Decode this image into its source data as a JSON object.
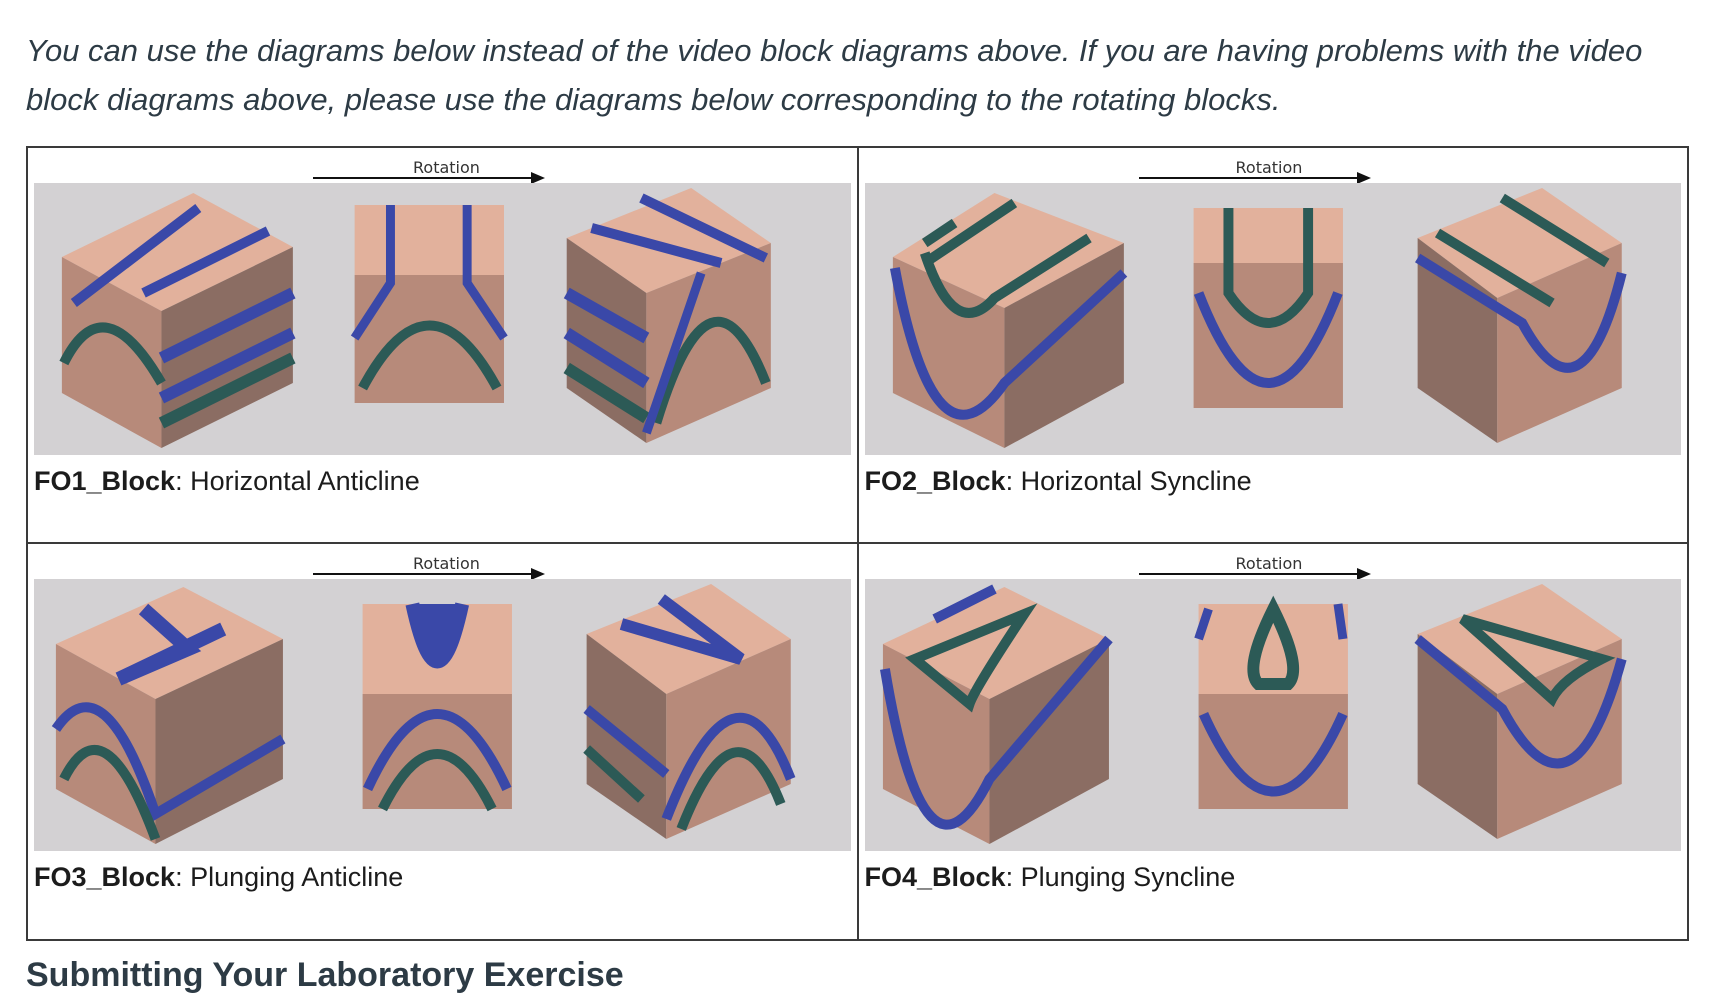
{
  "intro_text": "You can use the diagrams below instead of the video block diagrams above. If you are having problems with the video block diagrams above, please use the diagrams below corresponding to the rotating blocks.",
  "rotation_label": "Rotation",
  "blocks": [
    {
      "id": "FO1_Block",
      "title": "FO1_Block",
      "sep": ":",
      "description": "Horizontal Anticline"
    },
    {
      "id": "FO2_Block",
      "title": "FO2_Block",
      "sep": ":",
      "description": "Horizontal Syncline"
    },
    {
      "id": "FO3_Block",
      "title": "FO3_Block",
      "sep": ":",
      "description": "Plunging Anticline"
    },
    {
      "id": "FO4_Block",
      "title": "FO4_Block",
      "sep": ":",
      "description": "Plunging Syncline"
    }
  ],
  "next_heading": "Submitting Your Laboratory Exercise",
  "colors": {
    "top_face": "#e2b19c",
    "front_face": "#b78a7a",
    "side_face": "#8b6d63",
    "blue_layer": "#3a48a8",
    "green_layer": "#2c5a56",
    "panel_bg": "#d3d1d3"
  }
}
